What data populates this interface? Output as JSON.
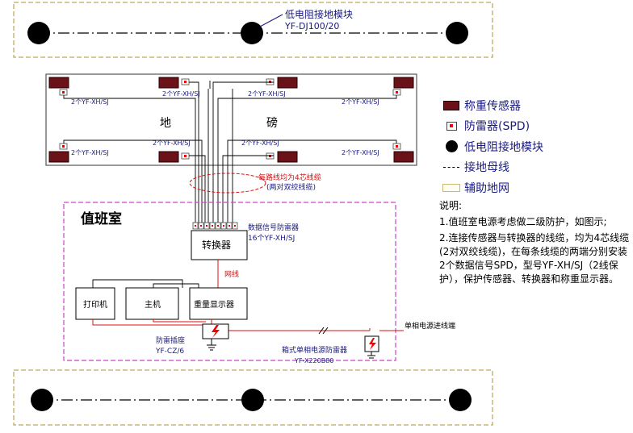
{
  "diagram": {
    "ground_module_label": "低电阻接地模块",
    "ground_module_model": "YF-DJ100/20",
    "scale_left_char": "地",
    "scale_right_char": "磅",
    "sensor_spd_label": "2个YF-XH/SJ",
    "cable_note_line1": "每路线均为4芯线缆",
    "cable_note_line2": "(两对双绞线缆)",
    "duty_room_title": "值班室",
    "data_spd_label": "数据信号防雷器",
    "data_spd_model": "16个YF-XH/SJ",
    "converter_label": "转换器",
    "network_label": "网线",
    "printer_label": "打印机",
    "host_label": "主机",
    "display_label": "重量显示器",
    "socket_spd_label": "防雷插座",
    "socket_spd_model": "YF-CZ/6",
    "box_spd_label": "箱式单相电源防雷器",
    "box_spd_model": "YF-X220B80",
    "power_in_label": "单相电源进线端"
  },
  "legend": {
    "items": [
      {
        "label": "称重传感器"
      },
      {
        "label": "防雷器(SPD)"
      },
      {
        "label": "低电阻接地模块"
      },
      {
        "label": "接地母线"
      },
      {
        "label": "辅助地网"
      }
    ]
  },
  "notes": {
    "heading": "说明:",
    "items": [
      "1.值班室电源考虑做二级防护，如图示;",
      "2.连接传感器与转换器的线缆，均为4芯线缆(2对双绞线缆)，在每条线缆的两端分别安装2个数据信号SPD，型号YF-XH/SJ（2线保护），保护传感器、转换器和称重显示器。"
    ]
  },
  "colors": {
    "sensor": "#6b1218",
    "label_blue": "#1a1a80",
    "grid_border": "#c9b878",
    "room_border": "#cc44cc",
    "cable_red": "#dd1111"
  }
}
